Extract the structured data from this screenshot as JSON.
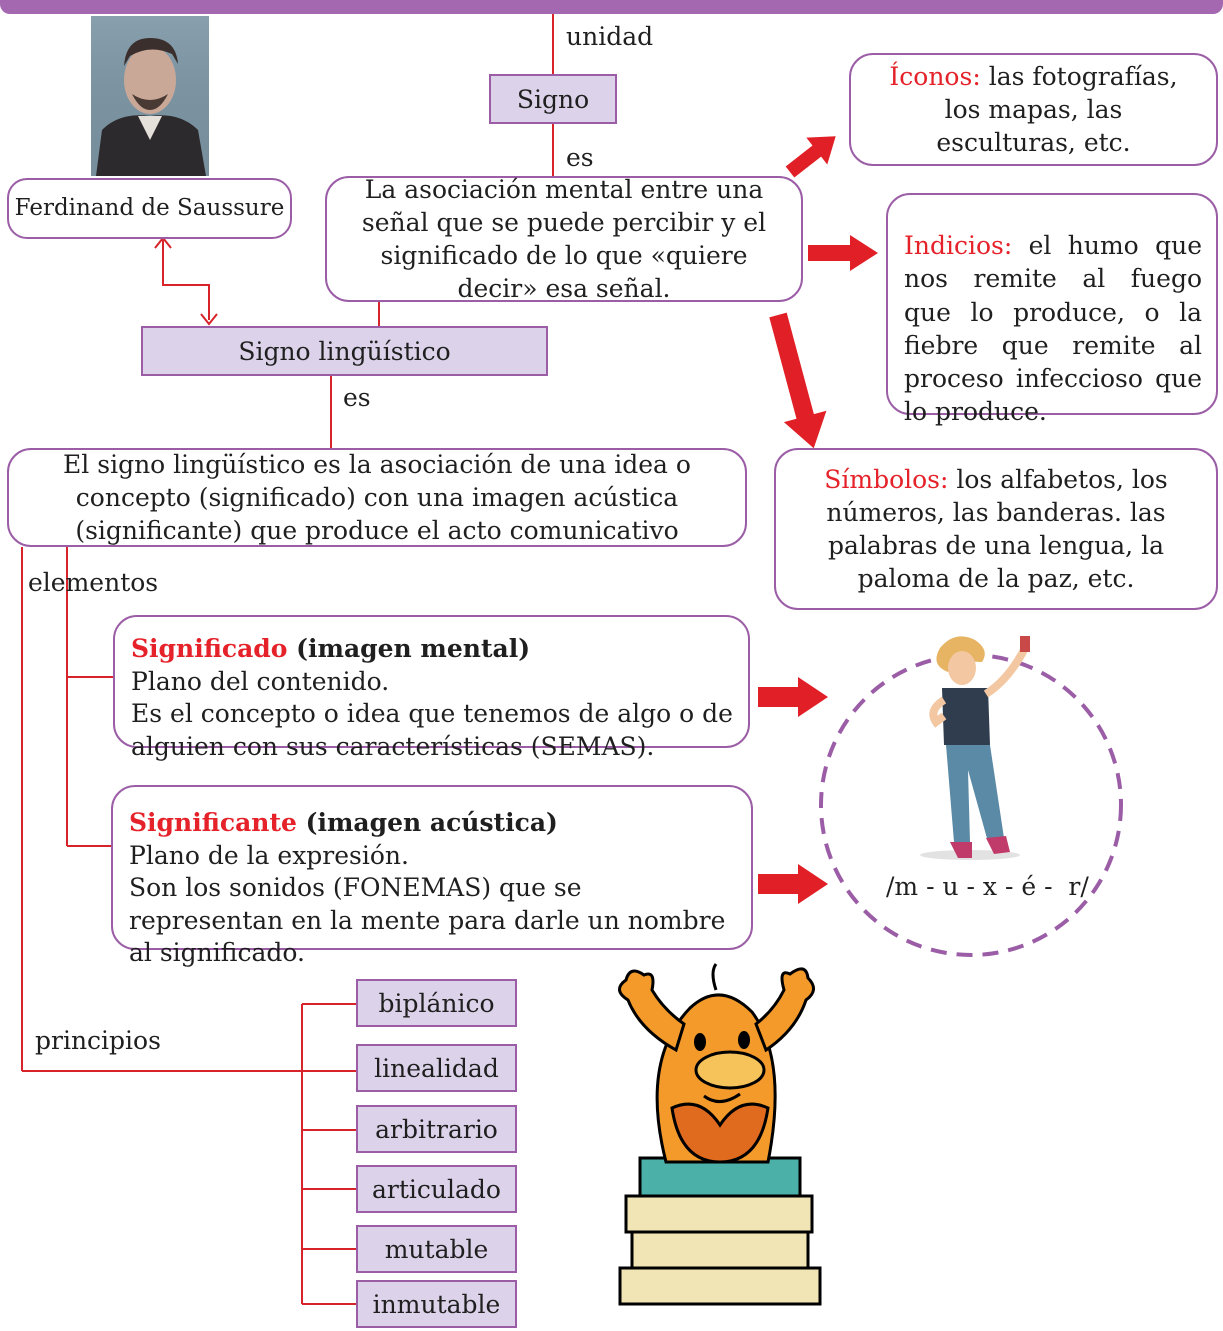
{
  "concept_map": {
    "nodes": {
      "signo": "Signo",
      "saussure": "Ferdinand de Saussure",
      "asociacion": "La asociación mental entre una señal que se puede percibir y el significado de lo que «quiere decir» esa señal.",
      "signo_linguistico": "Signo lingüístico",
      "definicion": "El signo lingüístico es la asociación de una idea o concepto (significado) con una imagen acústica (significante) que produce el acto comunicativo",
      "iconos": {
        "term": "Íconos:",
        "text": " las fotografías, los mapas, las esculturas, etc."
      },
      "indicios": {
        "term": "Indicios:",
        "text": " el humo que nos remite al fuego que lo produce, o la fiebre que remite al proceso infeccioso que lo produce."
      },
      "simbolos": {
        "term": "Símbolos:",
        "text": " los alfabetos, los números, las banderas. las palabras de una lengua, la paloma de la paz, etc."
      },
      "significado": {
        "term": "Significado",
        "qualifier": " (imagen mental)",
        "line1": "Plano del contenido.",
        "line2": "Es el concepto o idea que tenemos de algo o de alguien con sus características (SEMAS)."
      },
      "significante": {
        "term": "Significante",
        "qualifier": " (imagen acústica)",
        "line1": "Plano de la expresión.",
        "line2": "Son los sonidos (FONEMAS) que se representan en la mente para darle un nombre al significado."
      },
      "fonemas": "/m - u - x - é -  r/"
    },
    "edge_labels": {
      "unidad": "unidad",
      "es_1": "es",
      "es_2": "es",
      "elementos": "elementos",
      "principios": "principios"
    },
    "principios": [
      "biplánico",
      "linealidad",
      "arbitrario",
      "articulado",
      "mutable",
      "inmutable"
    ],
    "colors": {
      "accent": "#9b5ea6",
      "box_fill": "#dcd3ea",
      "connector": "#d7232a",
      "highlight": "#e5222a"
    }
  }
}
